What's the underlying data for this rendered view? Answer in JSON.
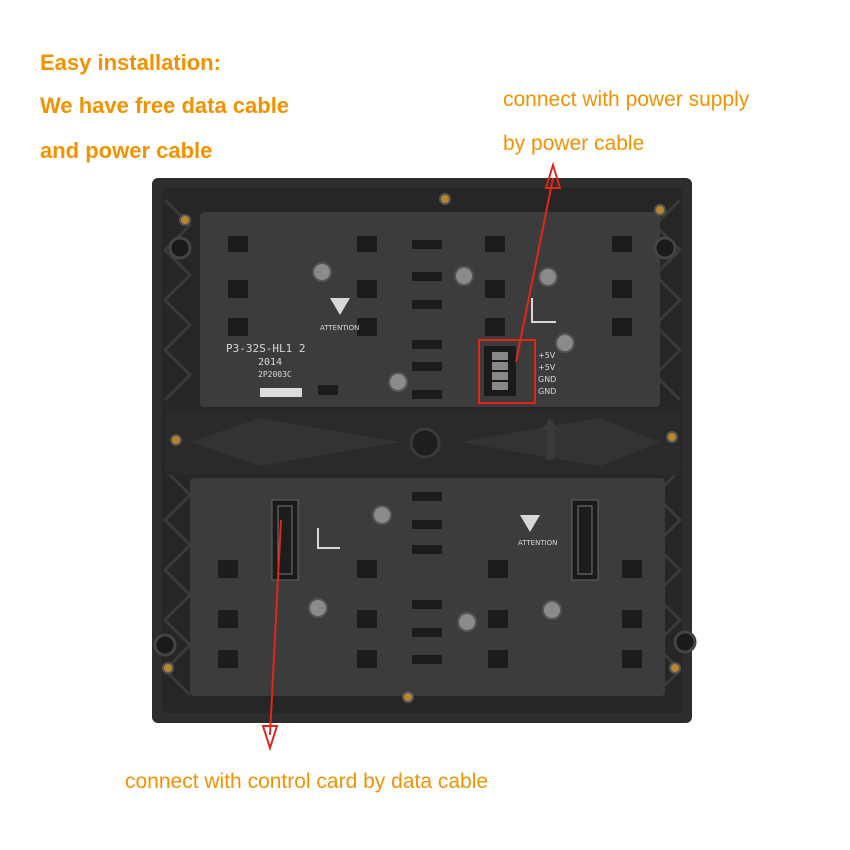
{
  "headline": {
    "line1": "Easy installation:",
    "line2": "We have free data cable",
    "line3": "and power cable"
  },
  "callouts": {
    "power_line1": "connect with power supply",
    "power_line2": "by power cable",
    "data": "connect with control card by data cable"
  },
  "board": {
    "model": "P3-32S-HL1 2",
    "year": "2014",
    "part": "2P2003C",
    "attention_label": "ATTENTION",
    "power_pins": [
      "+5V",
      "+5V",
      "GND",
      "GND"
    ]
  },
  "colors": {
    "accent": "#f39200",
    "arrow": "#e3241b",
    "frame": "#2b2b2b",
    "pcb": "#3a3a3a"
  }
}
